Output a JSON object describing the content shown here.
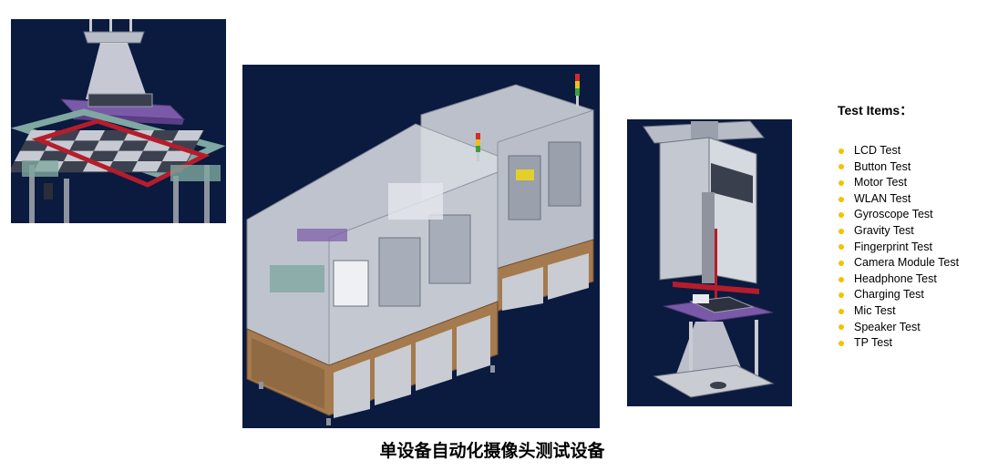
{
  "test_items": {
    "heading": "Test Items：",
    "items": [
      "LCD Test",
      "Button Test",
      "Motor Test",
      "WLAN Test",
      "Gyroscope Test",
      "Gravity Test",
      "Fingerprint Test",
      "Camera Module Test",
      "Headphone Test",
      "Charging Test",
      "Mic Test",
      "Speaker Test",
      "TP Test"
    ],
    "bullet_color": "#f2c200"
  },
  "caption": "单设备自动化摄像头测试设备",
  "colors": {
    "panel_background": "#0b1a3f",
    "cabinet_wood": "#a57a4e",
    "frame_purple": "#7a5aa8",
    "frame_green": "#7fa8a0",
    "target_red": "#b51d2b"
  }
}
